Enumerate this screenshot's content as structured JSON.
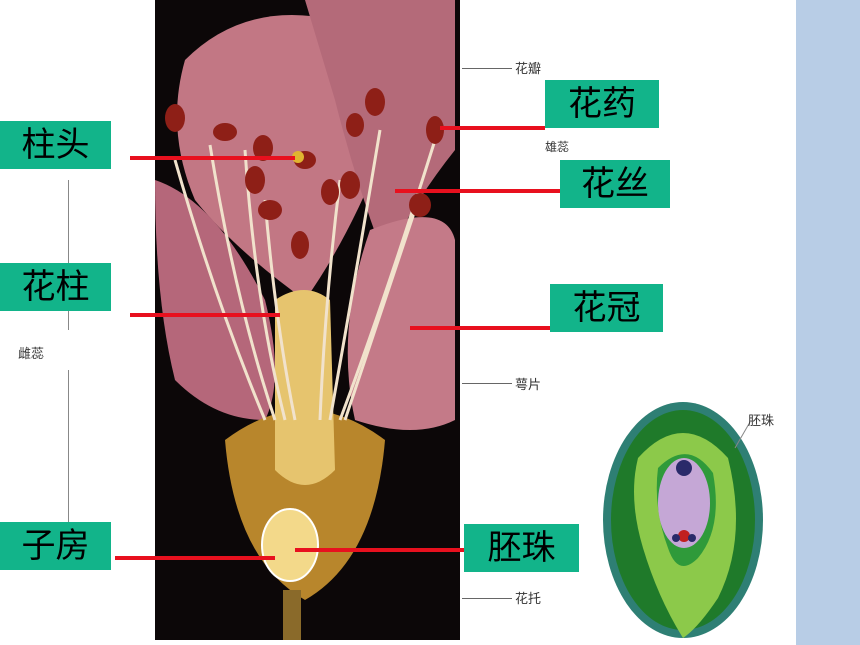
{
  "labels": {
    "stigma": "柱头",
    "style": "花柱",
    "ovary": "子房",
    "anther": "花药",
    "filament": "花丝",
    "corolla": "花冠",
    "ovule": "胚珠"
  },
  "printed": {
    "petal": "花瓣",
    "sepal": "萼片",
    "receptacle": "花托",
    "pistil": "雌蕊",
    "ovule_small": "胚珠",
    "stamen": "雄蕊"
  },
  "colors": {
    "label_bg": "#12b48a",
    "red_line": "#e8101e",
    "side_pattern": "#b8cde6"
  }
}
